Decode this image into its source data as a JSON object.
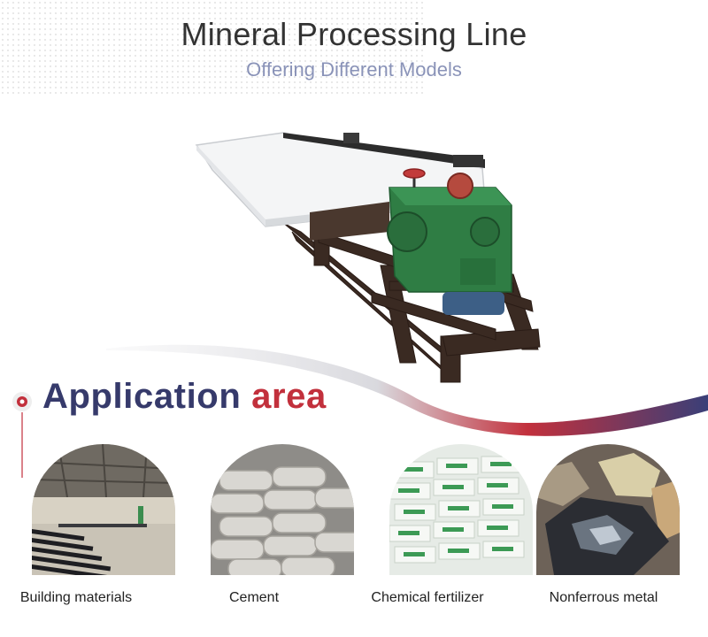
{
  "header": {
    "title": "Mineral Processing Line",
    "subtitle": "Offering Different Models"
  },
  "application": {
    "heading_part1": "Application",
    "heading_part2": "area",
    "items": [
      {
        "label": "Building materials"
      },
      {
        "label": "Cement"
      },
      {
        "label": "Chemical fertilizer"
      },
      {
        "label": "Nonferrous metal"
      }
    ]
  },
  "colors": {
    "heading_dark": "#363a6b",
    "heading_accent": "#c2303c",
    "subtitle": "#8a93b8"
  }
}
